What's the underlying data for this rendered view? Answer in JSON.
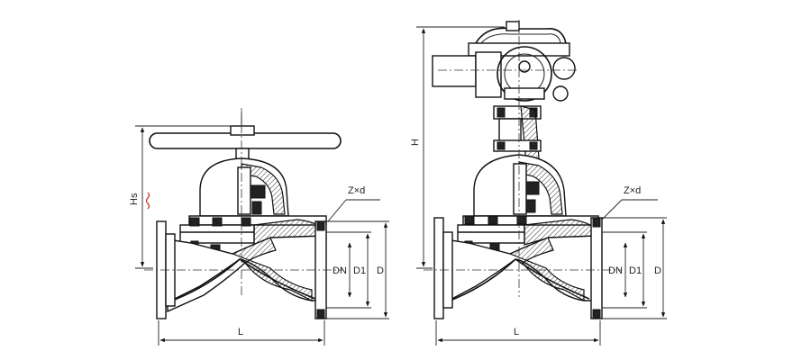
{
  "left_view": {
    "labels": {
      "hs": "Hs",
      "zxd": "Z×d",
      "dn": "DN",
      "d1": "D1",
      "d": "D",
      "l": "L"
    }
  },
  "right_view": {
    "labels": {
      "h": "H",
      "zxd": "Z×d",
      "dn": "DN",
      "d1": "D1",
      "d": "D",
      "l": "L"
    }
  }
}
